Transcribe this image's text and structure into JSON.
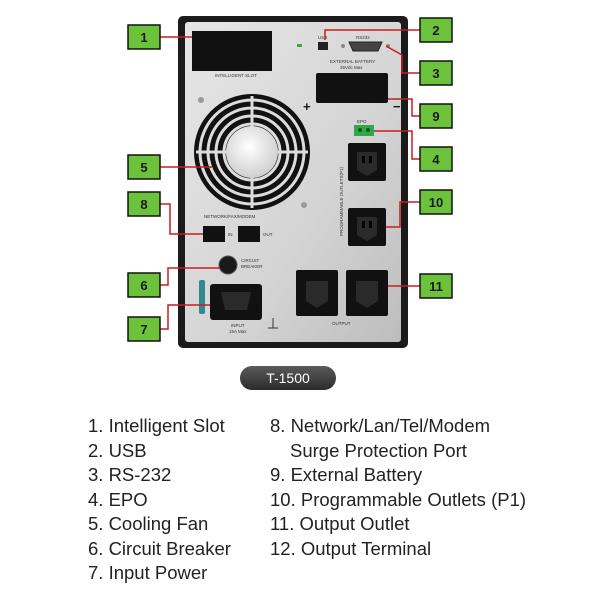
{
  "callouts": [
    {
      "num": "1"
    },
    {
      "num": "2"
    },
    {
      "num": "3"
    },
    {
      "num": "9"
    },
    {
      "num": "4"
    },
    {
      "num": "5"
    },
    {
      "num": "10"
    },
    {
      "num": "8"
    },
    {
      "num": "6"
    },
    {
      "num": "11"
    },
    {
      "num": "7"
    }
  ],
  "panel_text": {
    "intelligent_slot": "INTELLIGENT SLOT",
    "usb": "USB",
    "rs232": "RS232",
    "external_battery": "EXTERNAL BATTERY",
    "battery_voltage": "36Vdc Max",
    "epo": "EPO",
    "programmable_outlets": "PROGRAMMABLE OUTLETS(P1)",
    "network_fax_modem": "NETWORK/FAX/MODEM",
    "in": "IN",
    "out": "OUT",
    "circuit": "CIRCUIT",
    "breaker": "BREAKER",
    "input": "INPUT",
    "input_rating": "15A Max",
    "output": "OUTPUT",
    "plus": "+",
    "minus": "−"
  },
  "model": "T-1500",
  "legend_left": [
    "1. Intelligent Slot",
    "2. USB",
    "3. RS-232",
    "4. EPO",
    "5. Cooling Fan",
    "6. Circuit Breaker",
    "7. Input Power"
  ],
  "legend_right": [
    "8. Network/Lan/Tel/Modem",
    "Surge Protection Port",
    "9. External Battery",
    "10. Programmable Outlets (P1)",
    "11. Output Outlet",
    "12. Output Terminal"
  ],
  "colors": {
    "callout_fill": "#6dc23c",
    "callout_border": "#111111",
    "leader_line": "#c81e1e",
    "panel_bezel": "#1b1b1b",
    "panel_face": "#d9d9d9"
  }
}
